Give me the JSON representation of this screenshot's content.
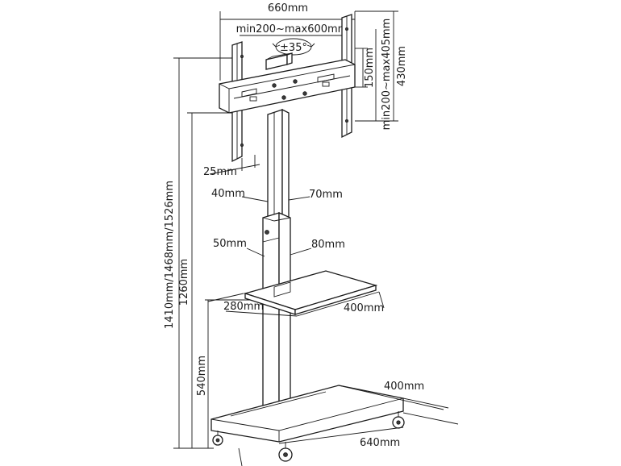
{
  "diagram": {
    "labels": {
      "width_total": "660mm",
      "vesa_width": "min200~max600mm",
      "rotation": "±35°",
      "bracket_height": "150mm",
      "vesa_height": "min200~max405mm",
      "plate_height": "430mm",
      "bracket_depth": "25mm",
      "upper_pole_a": "40mm",
      "upper_pole_b": "70mm",
      "lower_pole_a": "50mm",
      "lower_pole_b": "80mm",
      "shelf_depth": "280mm",
      "shelf_width": "400mm",
      "total_height": "1410mm/1468mm/1526mm",
      "shelf_top_height": "1260mm",
      "shelf_lower_height": "540mm",
      "base_depth": "400mm",
      "base_width": "640mm"
    }
  }
}
